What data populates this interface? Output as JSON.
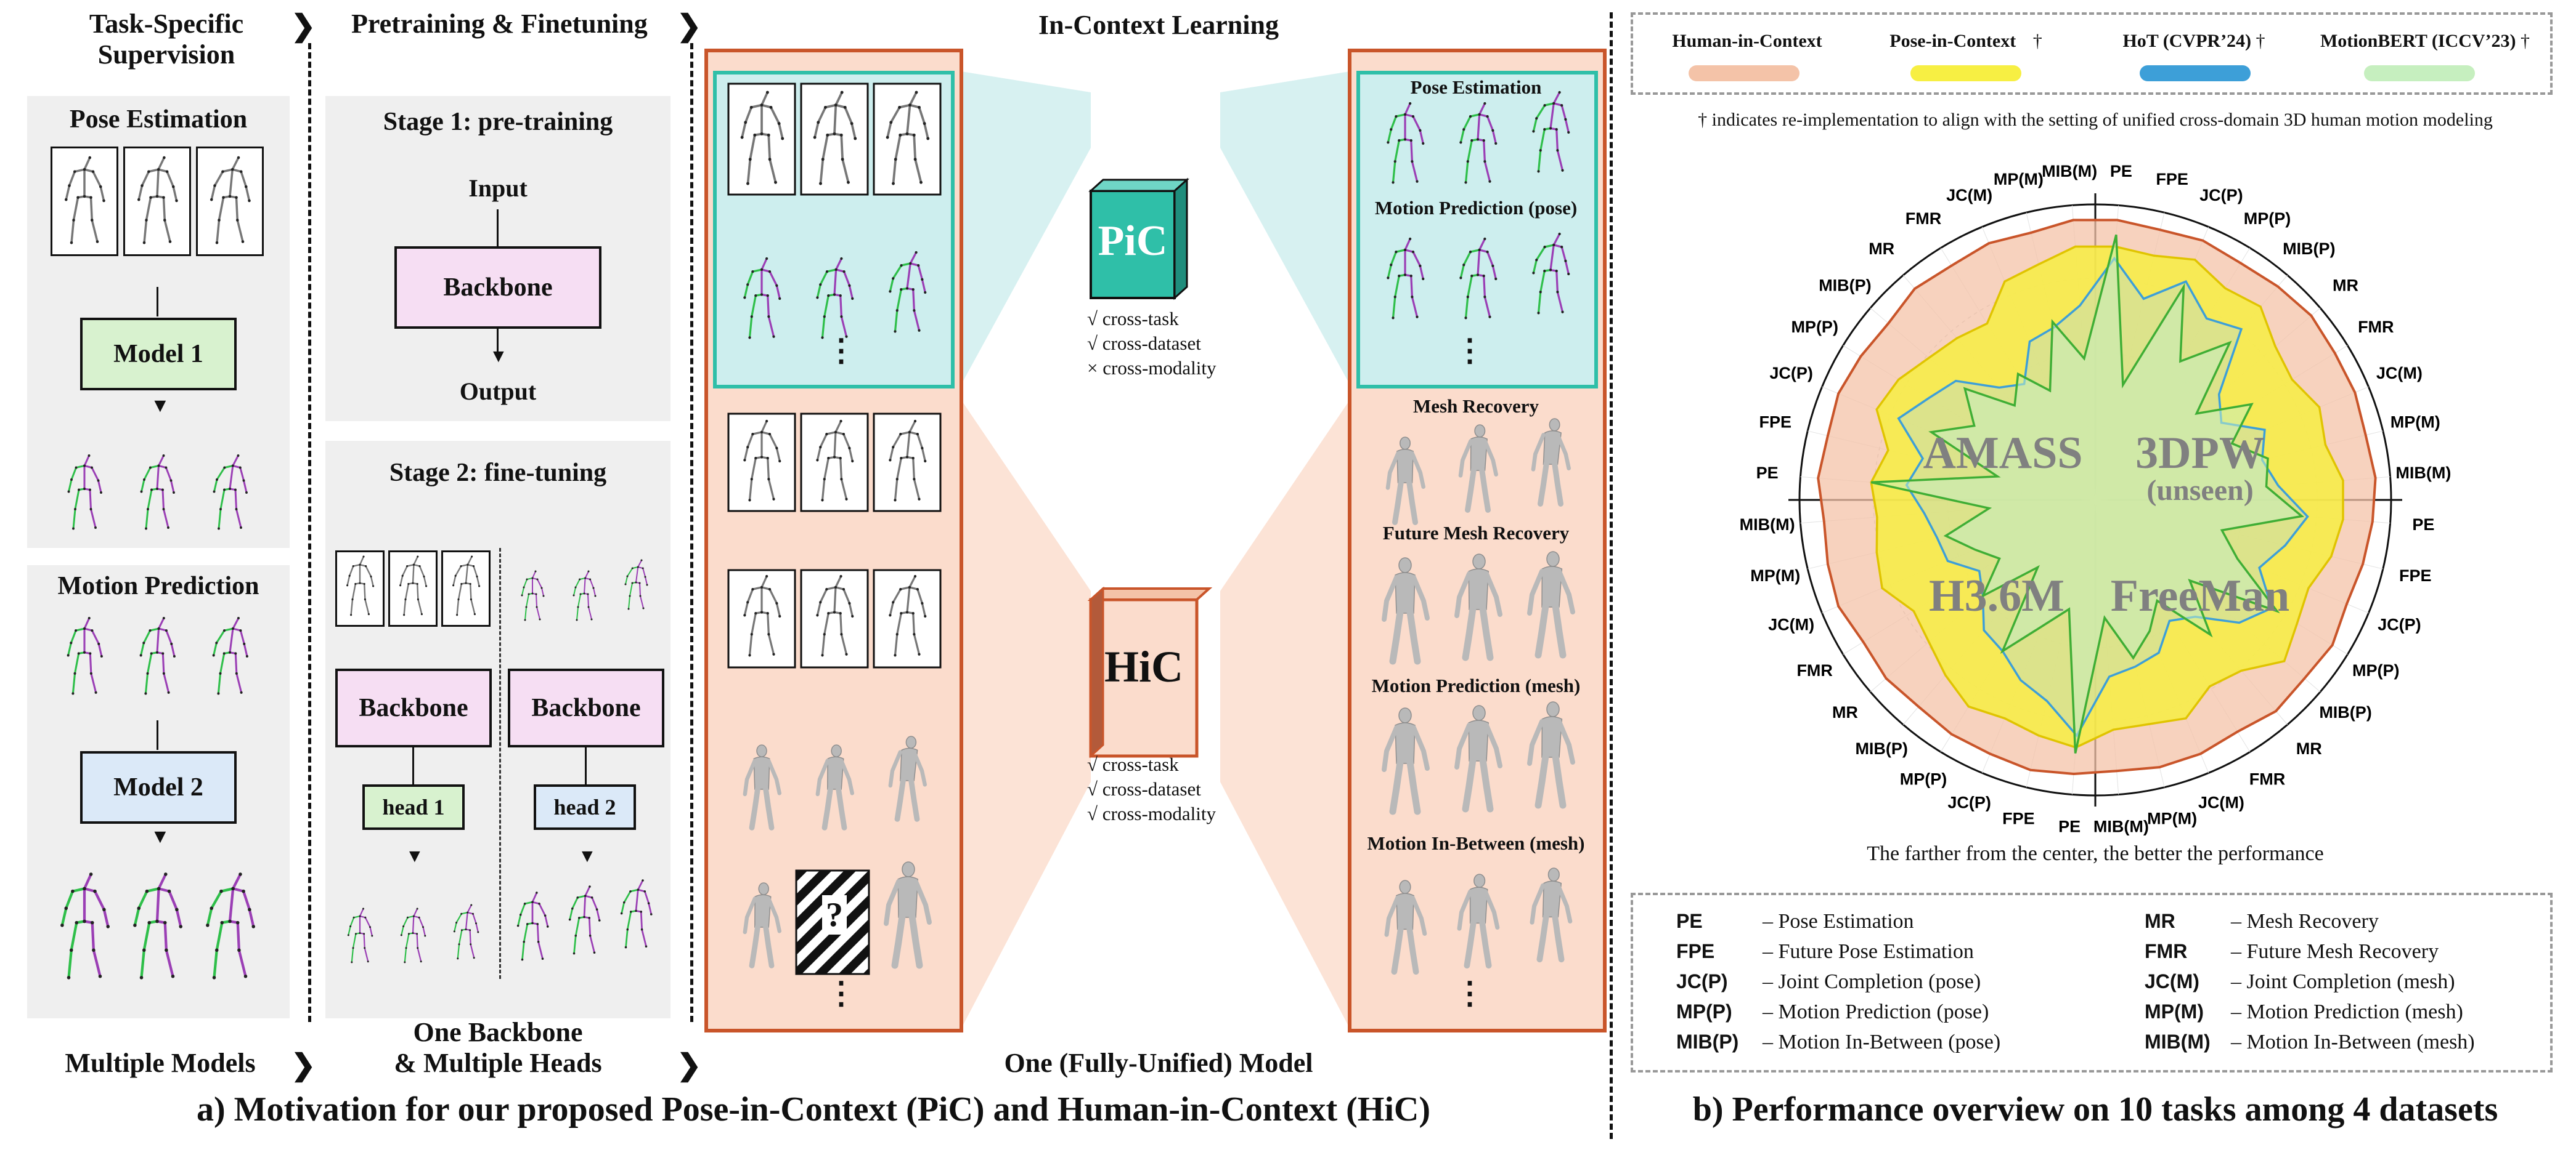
{
  "columns": {
    "task_specific": {
      "header_line1": "Task-Specific",
      "header_line2": "Supervision",
      "panel1_title": "Pose Estimation",
      "panel1_model": "Model 1",
      "panel2_title": "Motion Prediction",
      "panel2_model": "Model 2",
      "footer": "Multiple Models"
    },
    "pretrain_finetune": {
      "header": "Pretraining & Finetuning",
      "stage1_title": "Stage 1: pre-training",
      "stage1_input": "Input",
      "stage1_backbone": "Backbone",
      "stage1_output": "Output",
      "stage2_title": "Stage 2: fine-tuning",
      "stage2_backbone_left": "Backbone",
      "stage2_backbone_right": "Backbone",
      "head1": "head 1",
      "head2": "head 2",
      "footer_line1": "One Backbone",
      "footer_line2": "& Multiple Heads"
    },
    "in_context": {
      "header": "In-Context Learning",
      "pic_label": "PiC",
      "pic_checks": [
        "√ cross-task",
        "√ cross-dataset",
        "× cross-modality"
      ],
      "hic_label": "HiC",
      "hic_checks": [
        "√ cross-task",
        "√ cross-dataset",
        "√ cross-modality"
      ],
      "query_mark": "?",
      "footer": "One (Fully-Unified) Model",
      "ellipsis": "⋮",
      "task_labels": [
        "Pose Estimation",
        "Motion Prediction (pose)",
        "Mesh Recovery",
        "Future Mesh Recovery",
        "Motion Prediction (mesh)",
        "Motion In-Between (mesh)"
      ]
    }
  },
  "caption_a": "a) Motivation for our proposed Pose-in-Context (PiC) and Human-in-Context (HiC)",
  "caption_b": "b) Performance overview on 10 tasks among 4 datasets",
  "legend": {
    "items": [
      {
        "label": "Human-in-Context",
        "dagger": "",
        "color": "#f4c3a8"
      },
      {
        "label": "Pose-in-Context",
        "dagger": "†",
        "color": "#f7ef43"
      },
      {
        "label": "HoT (CVPR’24)",
        "dagger": "†",
        "color": "#3d9fd8"
      },
      {
        "label": "MotionBERT (ICCV’23)",
        "dagger": "†",
        "color": "#c6efbf"
      }
    ],
    "note": "† indicates re-implementation to align with the setting of unified cross-domain 3D human motion modeling"
  },
  "chart_data": {
    "type": "radar",
    "title": "",
    "caption": "The farther from the center, the better the performance",
    "datasets": [
      "AMASS",
      "3DPW",
      "H3.6M",
      "FreeMan"
    ],
    "dataset_sublabels": {
      "3DPW": "(unseen)"
    },
    "axes": [
      "PE",
      "FPE",
      "JC(P)",
      "MP(P)",
      "MIB(P)",
      "MR",
      "FMR",
      "JC(M)",
      "MP(M)",
      "MIB(M)",
      "PE",
      "FPE",
      "JC(P)",
      "MP(P)",
      "MIB(P)",
      "MR",
      "FMR",
      "JC(M)",
      "MP(M)",
      "MIB(M)",
      "PE",
      "FPE",
      "JC(P)",
      "MP(P)",
      "MIB(P)",
      "MR",
      "FMR",
      "JC(M)",
      "MP(M)",
      "MIB(M)",
      "PE",
      "FPE",
      "JC(P)",
      "MP(P)",
      "MIB(P)",
      "MR",
      "FMR",
      "JC(M)",
      "MP(M)",
      "MIB(M)"
    ],
    "range": [
      0,
      1
    ],
    "series": [
      {
        "name": "Human-in-Context",
        "color": "#c9552a",
        "fill": "#f4c3a8",
        "values": [
          0.95,
          0.94,
          0.95,
          0.94,
          0.95,
          0.96,
          0.95,
          0.95,
          0.94,
          0.95,
          0.94,
          0.93,
          0.92,
          0.94,
          0.93,
          0.94,
          0.92,
          0.93,
          0.93,
          0.92,
          0.93,
          0.94,
          0.93,
          0.93,
          0.92,
          0.93,
          0.92,
          0.94,
          0.93,
          0.92,
          0.94,
          0.93,
          0.94,
          0.93,
          0.92,
          0.94,
          0.93,
          0.94,
          0.93,
          0.95
        ]
      },
      {
        "name": "Pose-in-Context",
        "color": "#e0c400",
        "fill": "#f7ef43",
        "values": [
          0.86,
          0.85,
          0.88,
          0.84,
          0.86,
          0.8,
          0.78,
          0.82,
          0.8,
          0.84,
          0.84,
          0.82,
          0.78,
          0.8,
          0.84,
          0.76,
          0.74,
          0.8,
          0.78,
          0.78,
          0.84,
          0.82,
          0.8,
          0.82,
          0.78,
          0.74,
          0.72,
          0.78,
          0.76,
          0.74,
          0.76,
          0.72,
          0.8,
          0.78,
          0.74,
          0.72,
          0.7,
          0.8,
          0.82,
          0.86
        ]
      },
      {
        "name": "HoT (CVPR’24)",
        "color": "#3d9fd8",
        "fill": "#a9d6f0",
        "values": [
          0.82,
          0.7,
          0.8,
          0.72,
          0.76,
          0.55,
          0.5,
          0.62,
          0.58,
          0.62,
          0.72,
          0.66,
          0.6,
          0.7,
          0.64,
          0.52,
          0.48,
          0.56,
          0.58,
          0.6,
          0.8,
          0.7,
          0.66,
          0.6,
          0.58,
          0.5,
          0.46,
          0.54,
          0.55,
          0.58,
          0.64,
          0.6,
          0.72,
          0.66,
          0.62,
          0.5,
          0.46,
          0.58,
          0.6,
          0.66
        ]
      },
      {
        "name": "MotionBERT (ICCV’23)",
        "color": "#3fae35",
        "fill": "#c6efbf",
        "values": [
          0.9,
          0.4,
          0.78,
          0.55,
          0.7,
          0.45,
          0.62,
          0.5,
          0.6,
          0.58,
          0.7,
          0.44,
          0.52,
          0.72,
          0.42,
          0.6,
          0.4,
          0.48,
          0.55,
          0.4,
          0.86,
          0.38,
          0.46,
          0.6,
          0.3,
          0.5,
          0.38,
          0.44,
          0.52,
          0.36,
          0.76,
          0.34,
          0.6,
          0.48,
          0.58,
          0.42,
          0.5,
          0.4,
          0.62,
          0.48
        ]
      }
    ]
  },
  "definitions": {
    "left": [
      {
        "key": "PE",
        "text": "– Pose Estimation"
      },
      {
        "key": "FPE",
        "text": "– Future Pose Estimation"
      },
      {
        "key": "JC(P)",
        "text": "– Joint Completion (pose)"
      },
      {
        "key": "MP(P)",
        "text": "– Motion Prediction (pose)"
      },
      {
        "key": "MIB(P)",
        "text": "– Motion In-Between (pose)"
      }
    ],
    "right": [
      {
        "key": "MR",
        "text": "– Mesh Recovery"
      },
      {
        "key": "FMR",
        "text": "– Future Mesh Recovery"
      },
      {
        "key": "JC(M)",
        "text": "– Joint Completion (mesh)"
      },
      {
        "key": "MP(M)",
        "text": "– Motion Prediction (mesh)"
      },
      {
        "key": "MIB(M)",
        "text": "– Motion In-Between (mesh)"
      }
    ]
  },
  "colors": {
    "teal": "#2fbfa8",
    "teal_light": "#cdeeee",
    "orange": "#c9552a",
    "peach": "#fbdccc",
    "green": "#d8f2cf",
    "blue": "#dbe9f8",
    "pink": "#f6def3"
  }
}
